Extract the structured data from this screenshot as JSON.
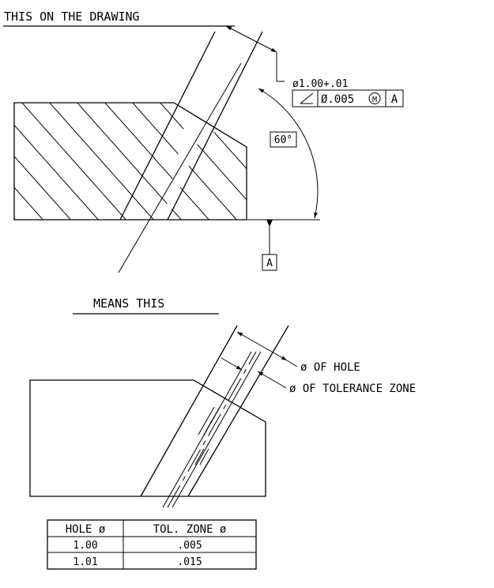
{
  "top": {
    "heading": "THIS ON THE DRAWING",
    "diameter_callout": "ø1.00+.01",
    "frame": {
      "symbol_icon": "angularity-icon",
      "tolerance": "Ø.005",
      "modifier": "M",
      "datum": "A"
    },
    "angle": "60°",
    "datum_label": "A"
  },
  "bottom": {
    "heading": "MEANS THIS",
    "hole_label": "ø OF HOLE",
    "zone_label": "ø OF TOLERANCE ZONE"
  },
  "table": {
    "headers": [
      "HOLE ø",
      "TOL. ZONE ø"
    ],
    "rows": [
      [
        "1.00",
        ".005"
      ],
      [
        "1.01",
        ".015"
      ]
    ]
  }
}
